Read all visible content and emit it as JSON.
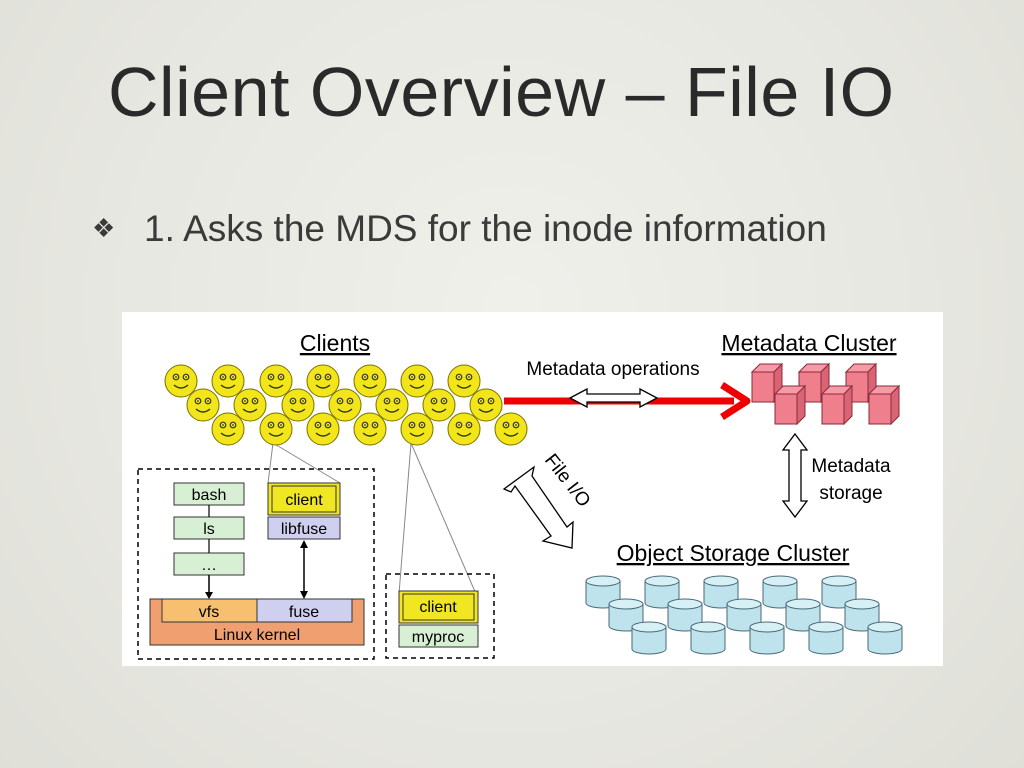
{
  "slide": {
    "title": "Client Overview – File IO",
    "bullet_glyph": "❖",
    "bullet_text": "1. Asks the MDS for the inode information"
  },
  "diagram": {
    "clients_label": "Clients",
    "metadata_cluster_label": "Metadata Cluster",
    "metadata_operations_label": "Metadata operations",
    "file_io_label": "File I/O",
    "metadata_storage_label_line1": "Metadata",
    "metadata_storage_label_line2": "storage",
    "object_storage_label": "Object Storage Cluster",
    "stack_left": {
      "bash": "bash",
      "ls": "ls",
      "ellipsis": "…",
      "client": "client",
      "libfuse": "libfuse",
      "vfs": "vfs",
      "fuse": "fuse",
      "kernel": "Linux kernel"
    },
    "stack_right": {
      "client": "client",
      "myproc": "myproc"
    }
  },
  "colors": {
    "smiley_fill": "#f2e61a",
    "request_arrow": "#ee0000",
    "metadata_cube": "#f08090",
    "storage_disk": "#bfe3ec",
    "box_green": "#d7f0d4",
    "box_yellow": "#f0e621",
    "box_lavender": "#cfcfef",
    "kernel_orange": "#f0a070",
    "vfs_orange": "#f6c070"
  }
}
